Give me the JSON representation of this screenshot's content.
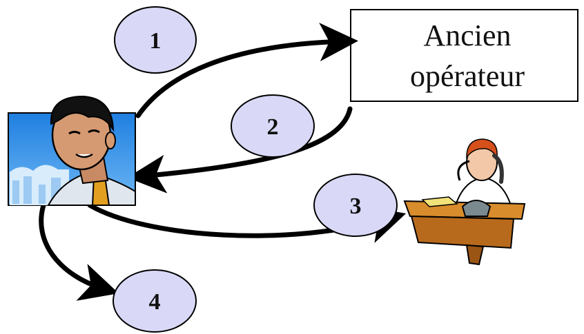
{
  "operator_box": {
    "line1": "Ancien",
    "line2": "opérateur"
  },
  "steps": [
    "1",
    "2",
    "3",
    "4"
  ],
  "colors": {
    "step_fill": "#d9d9f7",
    "step_stroke": "#000000",
    "arrow": "#000000",
    "box_stroke": "#000000",
    "sky": "#2e8ee6"
  },
  "icons": {
    "customer": "man-portrait-icon",
    "agent": "person-on-phone-at-desk-icon"
  }
}
